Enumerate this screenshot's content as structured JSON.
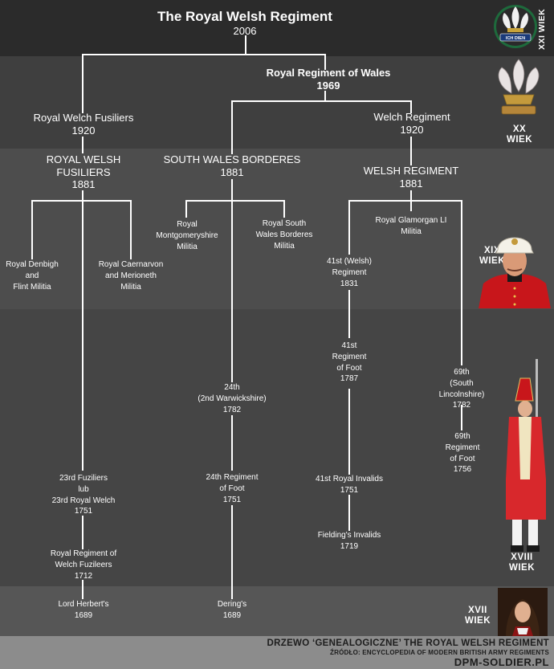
{
  "title": "The Royal Welsh Regiment",
  "title_year": "2006",
  "eras": {
    "xxi": "XXI WIEK",
    "xx": [
      "XX",
      "WIEK"
    ],
    "xix": [
      "XIX",
      "WIEK"
    ],
    "xviii": [
      "XVIII",
      "WIEK"
    ],
    "xvii": [
      "XVII",
      "WIEK"
    ]
  },
  "badge_motto": "ICH DIEN",
  "nodes": {
    "rrw": {
      "name": "Royal Regiment of Wales",
      "year": "1969"
    },
    "rwf_1920": {
      "name": "Royal Welch Fusiliers",
      "year": "1920"
    },
    "welch_1920": {
      "name": "Welch Regiment",
      "year": "1920"
    },
    "rwf_1881": {
      "name": [
        "ROYAL WELSH",
        "FUSILIERS"
      ],
      "year": "1881"
    },
    "swb_1881": {
      "name": "SOUTH WALES BORDERES",
      "year": "1881"
    },
    "wr_1881": {
      "name": "WELSH REGIMENT",
      "year": "1881"
    },
    "rmm": {
      "name": [
        "Royal",
        "Montgomeryshire",
        "Militia"
      ]
    },
    "rswbm": {
      "name": [
        "Royal South",
        "Wales Borderes",
        "Militia"
      ]
    },
    "rglim": {
      "name": [
        "Royal Glamorgan LI",
        "Militia"
      ]
    },
    "rdfm": {
      "name": [
        "Royal Denbigh",
        "and",
        "Flint Militia"
      ]
    },
    "rcmm": {
      "name": [
        "Royal Caernarvon",
        "and Merioneth",
        "Militia"
      ]
    },
    "w41": {
      "name": [
        "41st (Welsh)",
        "Regiment"
      ],
      "year": "1831"
    },
    "f41": {
      "name": [
        "41st",
        "Regiment",
        "of Foot"
      ],
      "year": "1787"
    },
    "sl69": {
      "name": [
        "69th",
        "(South",
        "Lincolnshire)"
      ],
      "year": "1782"
    },
    "w24": {
      "name": [
        "24th",
        "(2nd Warwickshire)"
      ],
      "year": "1782"
    },
    "f69": {
      "name": [
        "69th",
        "Regiment",
        "of Foot"
      ],
      "year": "1756"
    },
    "fus23": {
      "name": [
        "23rd Fuziliers",
        "lub",
        "23rd Royal Welch"
      ],
      "year": "1751"
    },
    "f24": {
      "name": [
        "24th Regiment",
        "of Foot"
      ],
      "year": "1751"
    },
    "inv41": {
      "name": "41st Royal Invalids",
      "year": "1751"
    },
    "fie": {
      "name": "Fielding's Invalids",
      "year": "1719"
    },
    "rrwf": {
      "name": [
        "Royal Regiment of",
        "Welch Fuzileers"
      ],
      "year": "1712"
    },
    "lh": {
      "name": "Lord Herbert's",
      "year": "1689"
    },
    "der": {
      "name": "Dering's",
      "year": "1689"
    }
  },
  "footer": {
    "heading": "DRZEWO ‘GENEALOGICZNE’ THE ROYAL WELSH REGIMENT",
    "source": "ŹRÓDŁO: ENCYCLOPEDIA OF MODERN BRITISH ARMY REGIMENTS",
    "site": "DPM-SOLDIER.PL"
  },
  "colors": {
    "band_xxi": "#2b2b2b",
    "band_xx": "#3f3f3f",
    "band_xix": "#4d4d4d",
    "band_xviii": "#454545",
    "band_xvii": "#565656",
    "footer_band": "#8c8c8c",
    "line": "#ffffff",
    "text": "#ffffff"
  },
  "icons": [
    "prince-of-wales-feathers-icon",
    "soldier-xix-portrait",
    "grenadier-xviii-figure",
    "king-william-portrait"
  ]
}
